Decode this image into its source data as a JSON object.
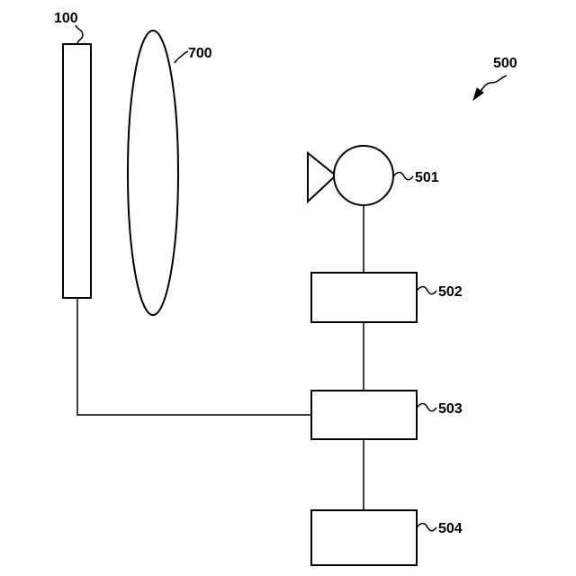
{
  "labels": {
    "panel": "100",
    "lens": "700",
    "system": "500",
    "camera": "501",
    "block_502": "502",
    "block_503": "503",
    "block_504": "504"
  },
  "colors": {
    "stroke": "#000000",
    "background": "#ffffff"
  }
}
